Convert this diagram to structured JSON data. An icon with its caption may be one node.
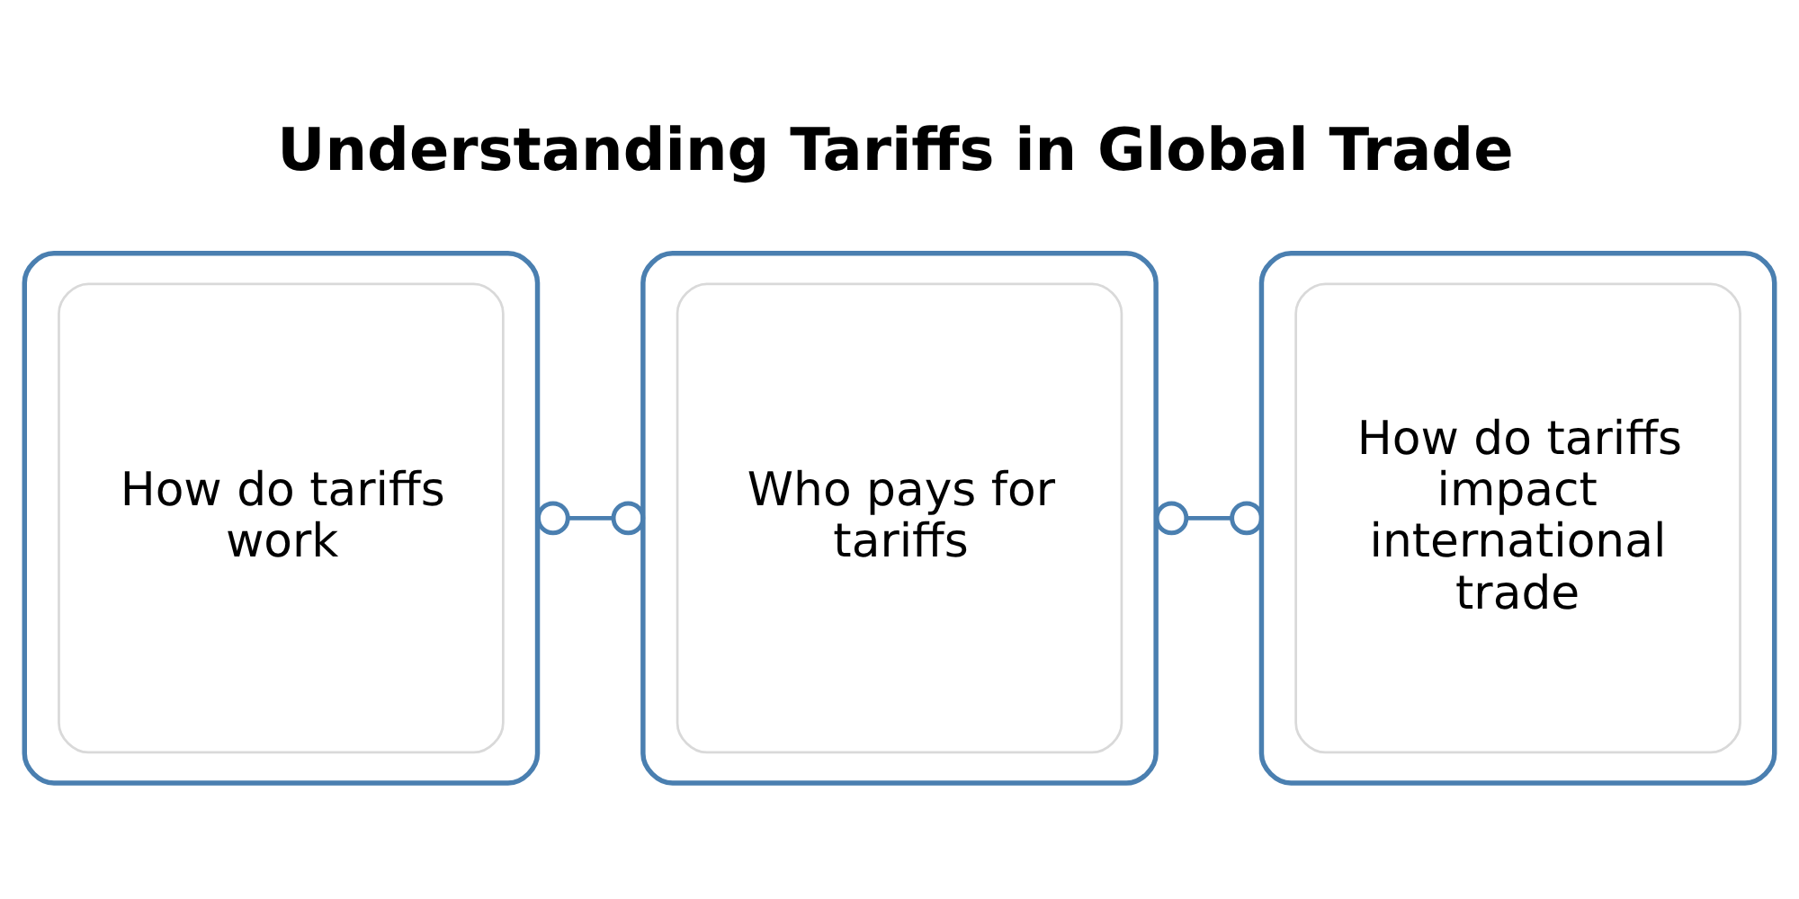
{
  "diagram": {
    "title": "Understanding Tariffs in Global Trade",
    "nodes": [
      {
        "text": [
          "How do tariffs work"
        ]
      },
      {
        "text": [
          "Who pays for tariffs"
        ]
      },
      {
        "text": [
          "How do tariffs impact international trade"
        ]
      }
    ],
    "edges": [
      {
        "from": 0,
        "to": 1,
        "arrow": "other"
      },
      {
        "from": 1,
        "to": 2,
        "arrow": "other"
      }
    ]
  }
}
